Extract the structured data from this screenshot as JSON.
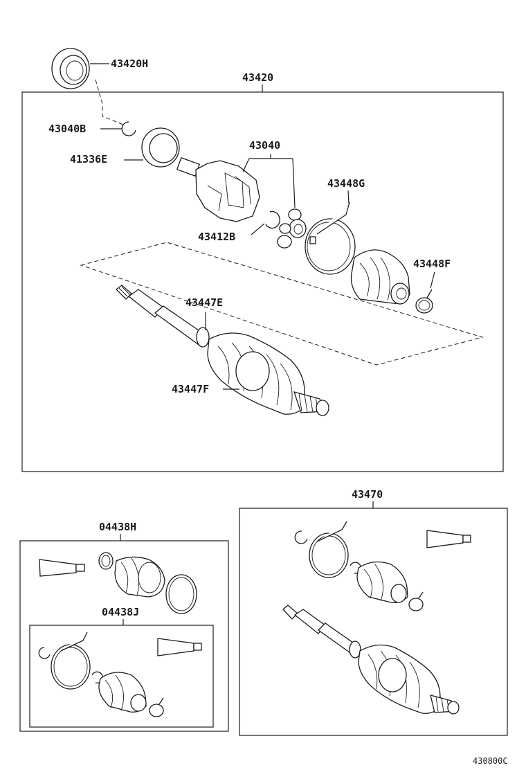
{
  "diagram": {
    "image_code": "430800C",
    "group_labels": {
      "main_assembly": "43420",
      "kit_outer": "04438H",
      "kit_inner": "04438J",
      "alt_assembly": "43470"
    },
    "part_labels": {
      "seal": "43420H",
      "snap_ring": "43040B",
      "bearing_ring": "41336E",
      "inner_joint": "43040",
      "boot_clamp_large": "43448G",
      "circlip": "43412B",
      "boot_clamp_small": "43448F",
      "shaft_clamp": "43447E",
      "outer_boot_clamp": "43447F"
    }
  }
}
